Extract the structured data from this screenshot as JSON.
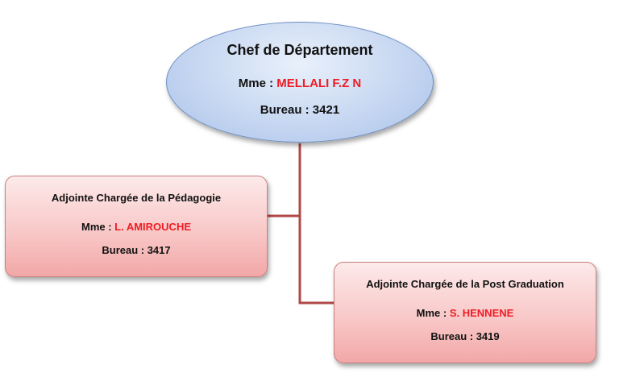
{
  "chief": {
    "title": "Chef de Département",
    "name_prefix": "Mme : ",
    "name": "MELLALI F.Z N",
    "office": "Bureau : 3421"
  },
  "deputy_pedagogy": {
    "title": "Adjointe Chargée de la Pédagogie",
    "name_prefix": "Mme : ",
    "name": "L. AMIROUCHE",
    "office": "Bureau : 3417"
  },
  "deputy_postgrad": {
    "title": "Adjointe Chargée de la Post Graduation",
    "name_prefix": "Mme : ",
    "name": "S. HENNENE",
    "office": "Bureau : 3419"
  },
  "colors": {
    "connector": "#b04848",
    "name_highlight": "#ee1c25",
    "ellipse_fill": "#cddcf3",
    "box_fill": "#f8c5c5"
  }
}
